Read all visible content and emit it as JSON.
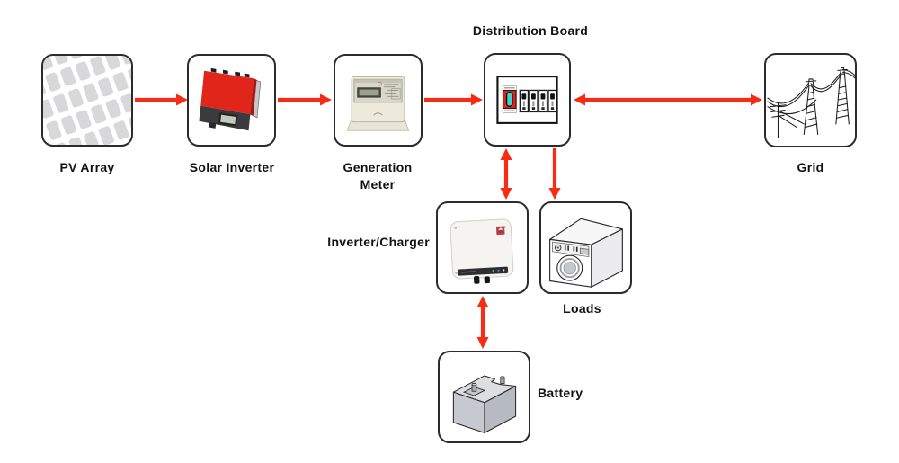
{
  "colors": {
    "arrow": "#fa2b15",
    "inverter-red": "#e0251b",
    "breaker-red": "#e02418",
    "breaker-cyan": "#3fd6d2",
    "box-border": "#2b2b2b"
  },
  "nodes": {
    "pv_array": {
      "label": "PV Array"
    },
    "solar_inverter": {
      "label": "Solar Inverter"
    },
    "generation_meter": {
      "label": "Generation Meter"
    },
    "distribution_board": {
      "label": "Distribution Board"
    },
    "grid": {
      "label": "Grid"
    },
    "inverter_charger": {
      "label": "Inverter/Charger"
    },
    "loads": {
      "label": "Loads"
    },
    "battery": {
      "label": "Battery"
    }
  },
  "connections": [
    {
      "from": "pv_array",
      "to": "solar_inverter",
      "direction": "one-way"
    },
    {
      "from": "solar_inverter",
      "to": "generation_meter",
      "direction": "one-way"
    },
    {
      "from": "generation_meter",
      "to": "distribution_board",
      "direction": "one-way"
    },
    {
      "from": "distribution_board",
      "to": "grid",
      "direction": "two-way"
    },
    {
      "from": "distribution_board",
      "to": "inverter_charger",
      "direction": "two-way"
    },
    {
      "from": "distribution_board",
      "to": "loads",
      "direction": "one-way"
    },
    {
      "from": "inverter_charger",
      "to": "battery",
      "direction": "two-way"
    }
  ]
}
